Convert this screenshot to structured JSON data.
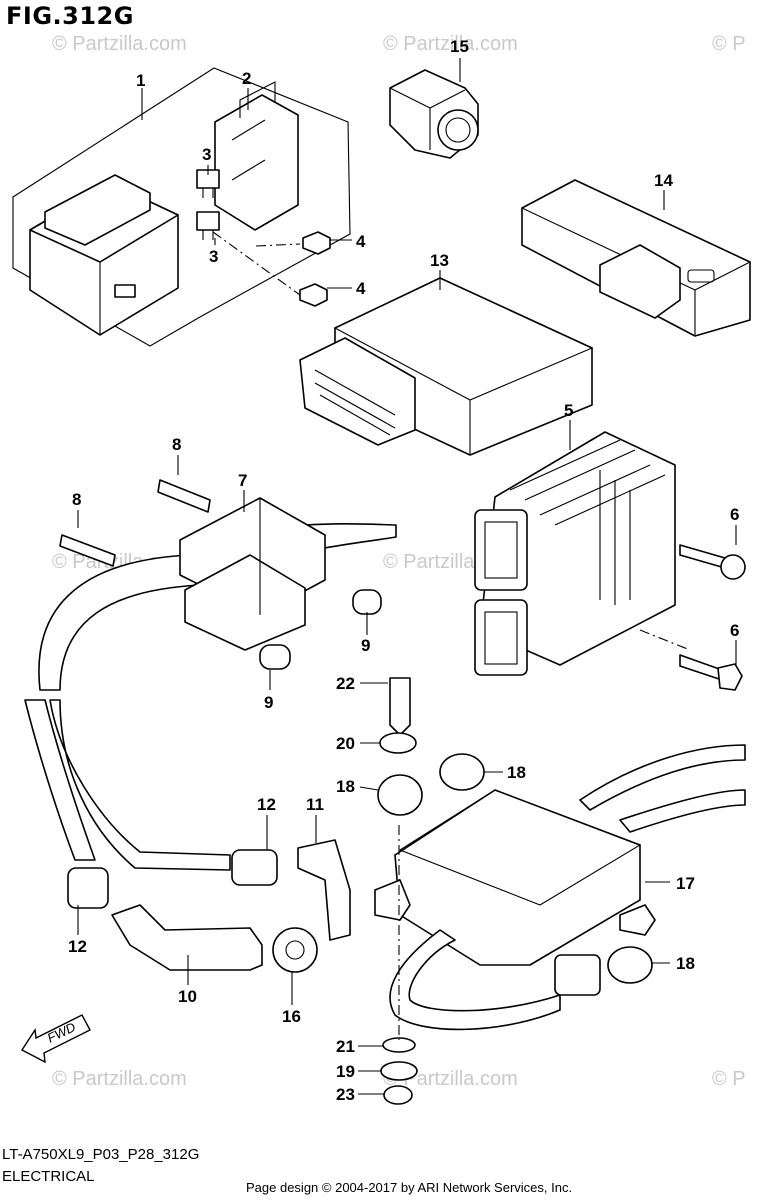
{
  "figure_title": "FIG.312G",
  "model_code": "LT-A750XL9_P03_P28_312G",
  "section_name": "ELECTRICAL",
  "credit": "Page design © 2004-2017 by ARI Network Services, Inc.",
  "watermark": "© Partzilla.com",
  "watermark_partial": "© P",
  "fwd_label": "FWD",
  "callouts": {
    "c1": "1",
    "c2": "2",
    "c3a": "3",
    "c3b": "3",
    "c4a": "4",
    "c4b": "4",
    "c5": "5",
    "c6a": "6",
    "c6b": "6",
    "c7": "7",
    "c8a": "8",
    "c8b": "8",
    "c9a": "9",
    "c9b": "9",
    "c10": "10",
    "c11": "11",
    "c12a": "12",
    "c12b": "12",
    "c13": "13",
    "c14": "14",
    "c15": "15",
    "c16": "16",
    "c17": "17",
    "c18a": "18",
    "c18b": "18",
    "c18c": "18",
    "c19": "19",
    "c20": "20",
    "c21": "21",
    "c22": "22",
    "c23": "23"
  }
}
